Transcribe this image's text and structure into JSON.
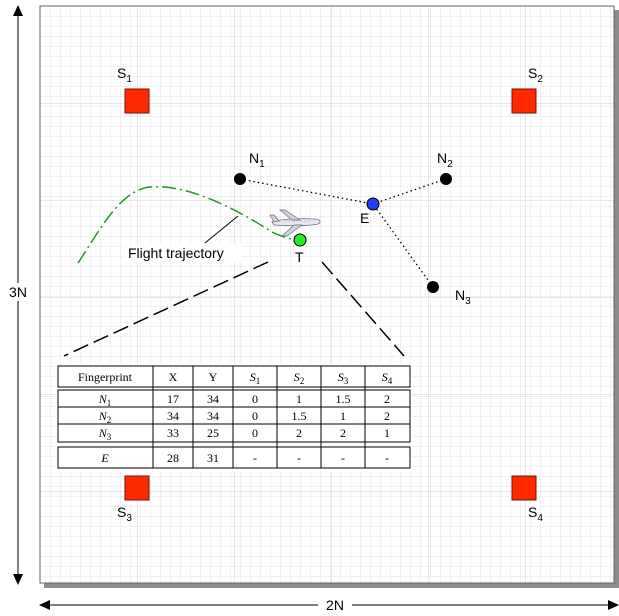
{
  "dimensions": {
    "vertical": "3N",
    "horizontal": "2N"
  },
  "sensors": [
    {
      "label": "S",
      "sub": "1"
    },
    {
      "label": "S",
      "sub": "2"
    },
    {
      "label": "S",
      "sub": "3"
    },
    {
      "label": "S",
      "sub": "4"
    }
  ],
  "nodes": [
    {
      "label": "N",
      "sub": "1"
    },
    {
      "label": "N",
      "sub": "2"
    },
    {
      "label": "N",
      "sub": "3"
    }
  ],
  "estimate": {
    "label": "E"
  },
  "target": {
    "label": "T"
  },
  "trajectory_label": "Flight trajectory",
  "colors": {
    "sensor": "#ff2a00",
    "node": "#000000",
    "estimate": "#1f3fff",
    "target": "#22cc22",
    "trajectory": "#229922"
  },
  "table": {
    "headers": [
      {
        "base": "Fingerprint",
        "sub": ""
      },
      {
        "base": "X",
        "sub": ""
      },
      {
        "base": "Y",
        "sub": ""
      },
      {
        "base": "S",
        "sub": "1"
      },
      {
        "base": "S",
        "sub": "2"
      },
      {
        "base": "S",
        "sub": "3"
      },
      {
        "base": "S",
        "sub": "4"
      }
    ],
    "rows": [
      {
        "name": "N",
        "sub": "1",
        "cells": [
          "17",
          "34",
          "0",
          "1",
          "1.5",
          "2"
        ]
      },
      {
        "name": "N",
        "sub": "2",
        "cells": [
          "34",
          "34",
          "0",
          "1.5",
          "1",
          "2"
        ]
      },
      {
        "name": "N",
        "sub": "3",
        "cells": [
          "33",
          "25",
          "0",
          "2",
          "2",
          "1"
        ]
      }
    ],
    "estimate_row": {
      "name": "E",
      "cells": [
        "28",
        "31",
        "-",
        "-",
        "-",
        "-"
      ]
    }
  }
}
